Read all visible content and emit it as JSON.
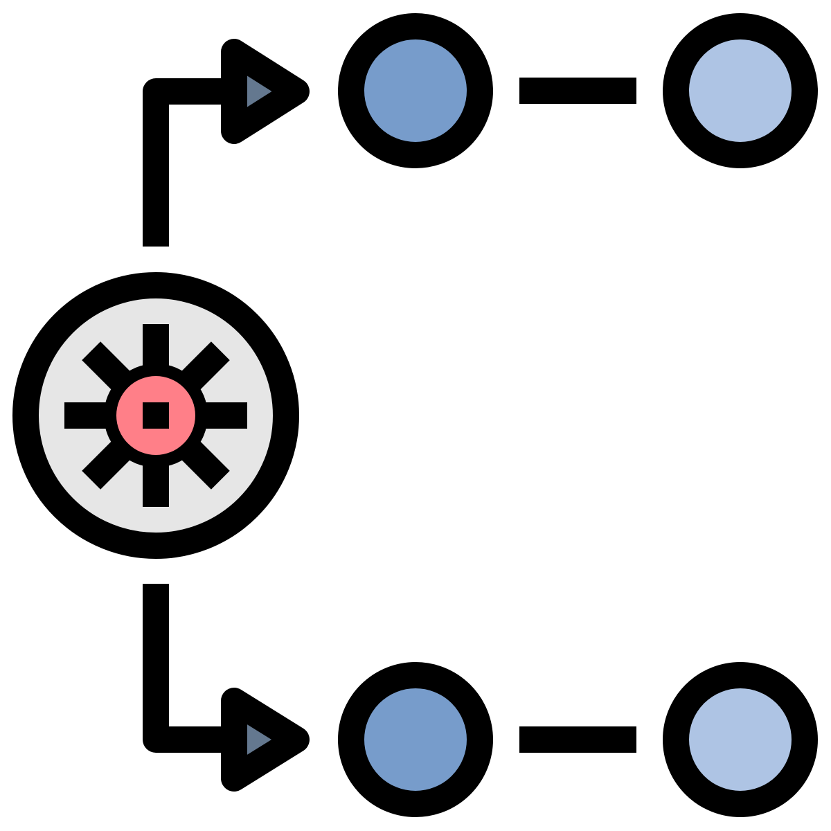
{
  "diagram": {
    "description_kind": "icon",
    "colors": {
      "outline": "#000000",
      "background": "#ffffff",
      "hub_fill": "#e6e6e6",
      "gear_core": "#ff7f88",
      "arrowhead_fill": "#64788f",
      "node_dark": "#779ccb",
      "node_light": "#aec4e4"
    },
    "icons": {
      "hub": "gear-icon",
      "arrow": "arrow-right-icon",
      "node": "circle-node-icon"
    },
    "nodes": [
      {
        "id": "hub",
        "kind": "hub"
      },
      {
        "id": "top-first",
        "kind": "node_dark"
      },
      {
        "id": "top-second",
        "kind": "node_light"
      },
      {
        "id": "bottom-first",
        "kind": "node_dark"
      },
      {
        "id": "bottom-second",
        "kind": "node_light"
      }
    ],
    "edges": [
      {
        "from": "hub",
        "to": "top-first",
        "style": "elbow-arrow"
      },
      {
        "from": "hub",
        "to": "bottom-first",
        "style": "elbow-arrow"
      },
      {
        "from": "top-first",
        "to": "top-second",
        "style": "line"
      },
      {
        "from": "bottom-first",
        "to": "bottom-second",
        "style": "line"
      }
    ]
  }
}
